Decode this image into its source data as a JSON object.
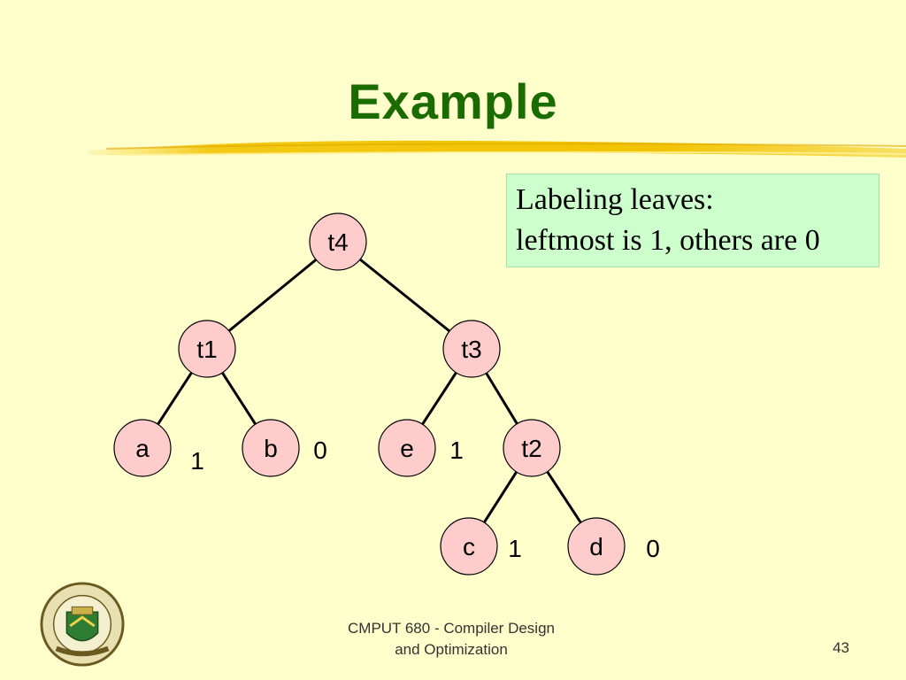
{
  "slide": {
    "title": "Example",
    "callout_lines": [
      "Labeling leaves:",
      "leftmost is 1, others are 0"
    ],
    "footer_lines": [
      "CMPUT 680 - Compiler Design",
      "and Optimization"
    ],
    "page_number": "43"
  },
  "tree": {
    "nodes": [
      {
        "id": "t4",
        "label": "t4"
      },
      {
        "id": "t1",
        "label": "t1"
      },
      {
        "id": "t3",
        "label": "t3"
      },
      {
        "id": "a",
        "label": "a"
      },
      {
        "id": "b",
        "label": "b"
      },
      {
        "id": "e",
        "label": "e"
      },
      {
        "id": "t2",
        "label": "t2"
      },
      {
        "id": "c",
        "label": "c"
      },
      {
        "id": "d",
        "label": "d"
      }
    ],
    "edges": [
      [
        "t4",
        "t1"
      ],
      [
        "t4",
        "t3"
      ],
      [
        "t1",
        "a"
      ],
      [
        "t1",
        "b"
      ],
      [
        "t3",
        "e"
      ],
      [
        "t3",
        "t2"
      ],
      [
        "t2",
        "c"
      ],
      [
        "t2",
        "d"
      ]
    ],
    "leaf_labels": [
      {
        "node": "a",
        "value": "1"
      },
      {
        "node": "b",
        "value": "0"
      },
      {
        "node": "e",
        "value": "1"
      },
      {
        "node": "c",
        "value": "1"
      },
      {
        "node": "d",
        "value": "0"
      }
    ]
  },
  "colors": {
    "background": "#ffffcc",
    "title": "#1a6b00",
    "node_fill": "#ffcccc",
    "callout_fill": "#ccffcc",
    "rule": "#f2c300"
  },
  "logo": {
    "icon": "university-crest-icon"
  }
}
